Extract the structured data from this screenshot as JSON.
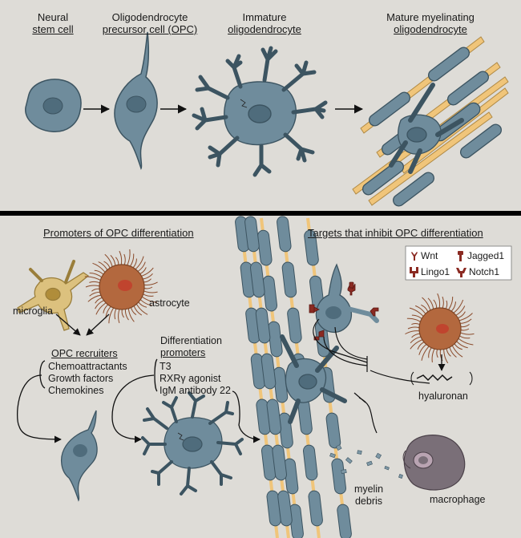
{
  "top": {
    "stages": [
      {
        "line1": "Neural",
        "line2": "stem cell"
      },
      {
        "line1": "Oligodendrocyte",
        "line2": "precursor cell (OPC)"
      },
      {
        "line1": "Immature",
        "line2": "oligodendrocyte"
      },
      {
        "line1": "Mature myelinating",
        "line2": "oligodendrocyte"
      }
    ]
  },
  "promoters": {
    "heading": "Promoters of OPC differentiation",
    "microglia": "microglia",
    "astrocyte": "astrocyte",
    "recruiters_title": "OPC recruiters",
    "recruiters": [
      "Chemoattractants",
      "Growth factors",
      "Chemokines"
    ],
    "diff_title_1": "Differentiation",
    "diff_title_2": "promoters",
    "diff_items": [
      "T3",
      "RXRγ agonist",
      "IgM antibody 22"
    ]
  },
  "inhibitors": {
    "heading": "Targets that inhibit OPC differentiation",
    "legend": [
      "Wnt",
      "Jagged1",
      "Lingo1",
      "Notch1"
    ],
    "hyaluronan": "hyaluronan",
    "myelin_debris_1": "myelin",
    "myelin_debris_2": "debris",
    "macrophage": "macrophage"
  },
  "colors": {
    "background": "#dedcd7",
    "cell_fill": "#6f8c9c",
    "cell_stroke": "#3c5461",
    "nucleus": "#4f6c7c",
    "axon": "#f0c57a",
    "microglia": "#dcc17e",
    "astrocyte": "#b3683e",
    "receptor": "#8b2a22",
    "macrophage": "#7a6f78",
    "divider": "#000000"
  }
}
